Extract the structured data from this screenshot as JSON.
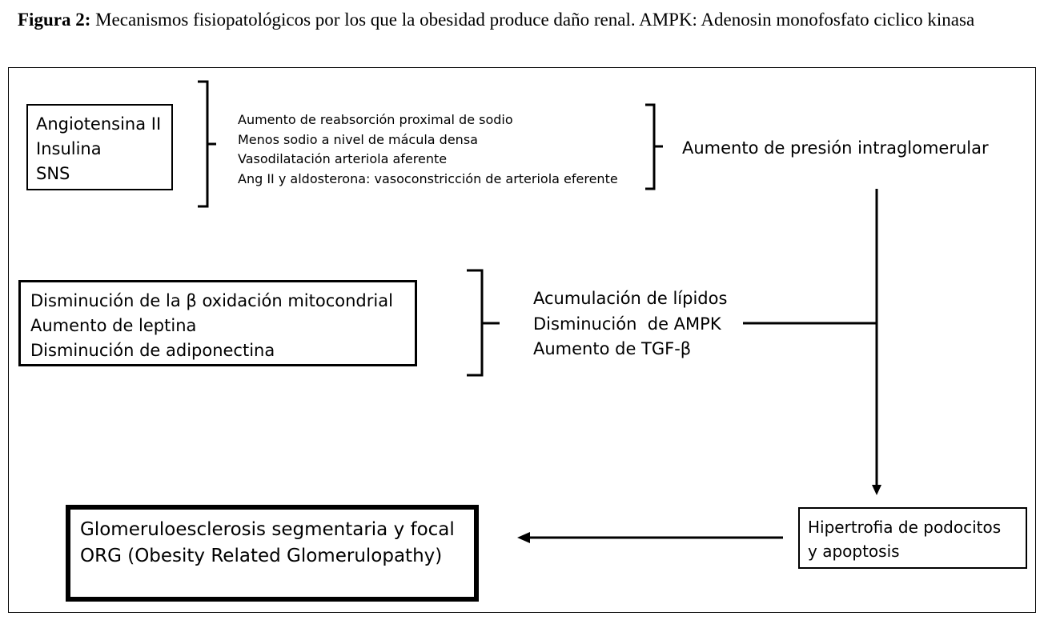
{
  "caption": {
    "label": "Figura 2:",
    "text": " Mecanismos fisiopatológicos por los que la obesidad produce daño renal. AMPK: Adenosin monofosfato ciclico kinasa"
  },
  "box1": {
    "lines": [
      "Angiotensina II",
      "Insulina",
      "SNS"
    ]
  },
  "mech1": {
    "lines": [
      "Aumento de reabsorción proximal de sodio",
      "Menos sodio a nivel de mácula densa",
      "Vasodilatación arteriola aferente",
      "Ang II y aldosterona: vasoconstricción de arteriola eferente"
    ]
  },
  "result1": "Aumento de presión intraglomerular",
  "box2": {
    "lines": [
      "Disminución de la β oxidación mitocondrial",
      "Aumento de leptina",
      "Disminución de adiponectina"
    ]
  },
  "mech2": {
    "lines": [
      "Acumulación de lípidos",
      "Disminución  de AMPK",
      "Aumento de TGF-β"
    ]
  },
  "box3": {
    "lines": [
      "Hipertrofia de podocitos",
      "y apoptosis"
    ]
  },
  "box4": {
    "lines": [
      "Glomeruloesclerosis segmentaria y focal",
      "ORG (Obesity Related Glomerulopathy)"
    ]
  }
}
